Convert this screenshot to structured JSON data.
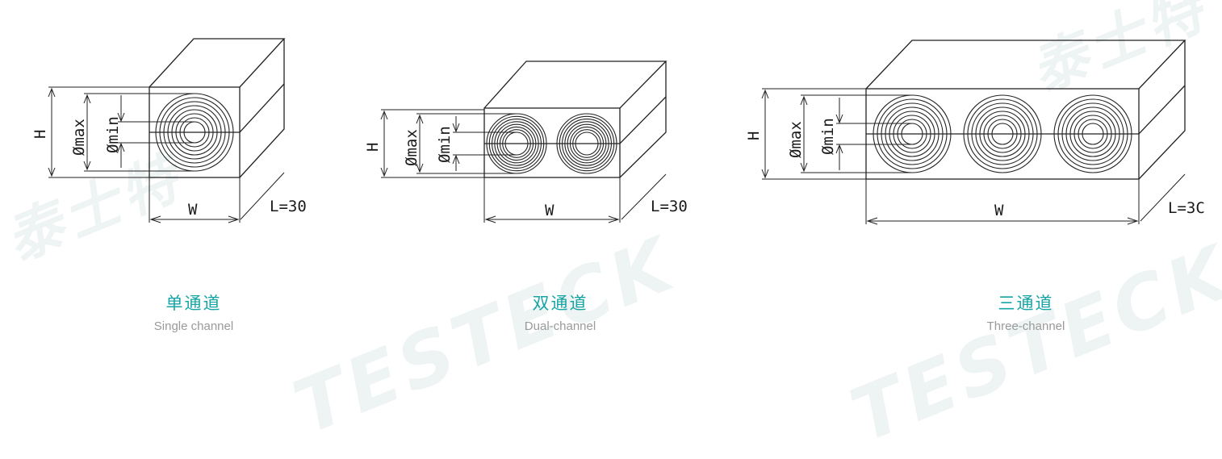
{
  "watermark": {
    "brand": "TESTECK",
    "brand_cn": "泰士特"
  },
  "diagrams": [
    {
      "id": "single",
      "channels": 1,
      "title_cn": "单通道",
      "title_en": "Single channel",
      "labels": {
        "height": "H",
        "dmax": "Ømax",
        "dmin": "Ømin",
        "width": "W",
        "length": "L=30"
      }
    },
    {
      "id": "dual",
      "channels": 2,
      "title_cn": "双通道",
      "title_en": "Dual-channel",
      "labels": {
        "height": "H",
        "dmax": "Ømax",
        "dmin": "Ømin",
        "width": "W",
        "length": "L=30"
      }
    },
    {
      "id": "three",
      "channels": 3,
      "title_cn": "三通道",
      "title_en": "Three-channel",
      "labels": {
        "height": "H",
        "dmax": "Ømax",
        "dmin": "Ømin",
        "width": "W",
        "length": "L=3C"
      }
    }
  ],
  "colors": {
    "accent": "#17a4a4",
    "subtitle": "#9a9a9a",
    "line": "#222222",
    "watermark": "#eef3f3"
  }
}
